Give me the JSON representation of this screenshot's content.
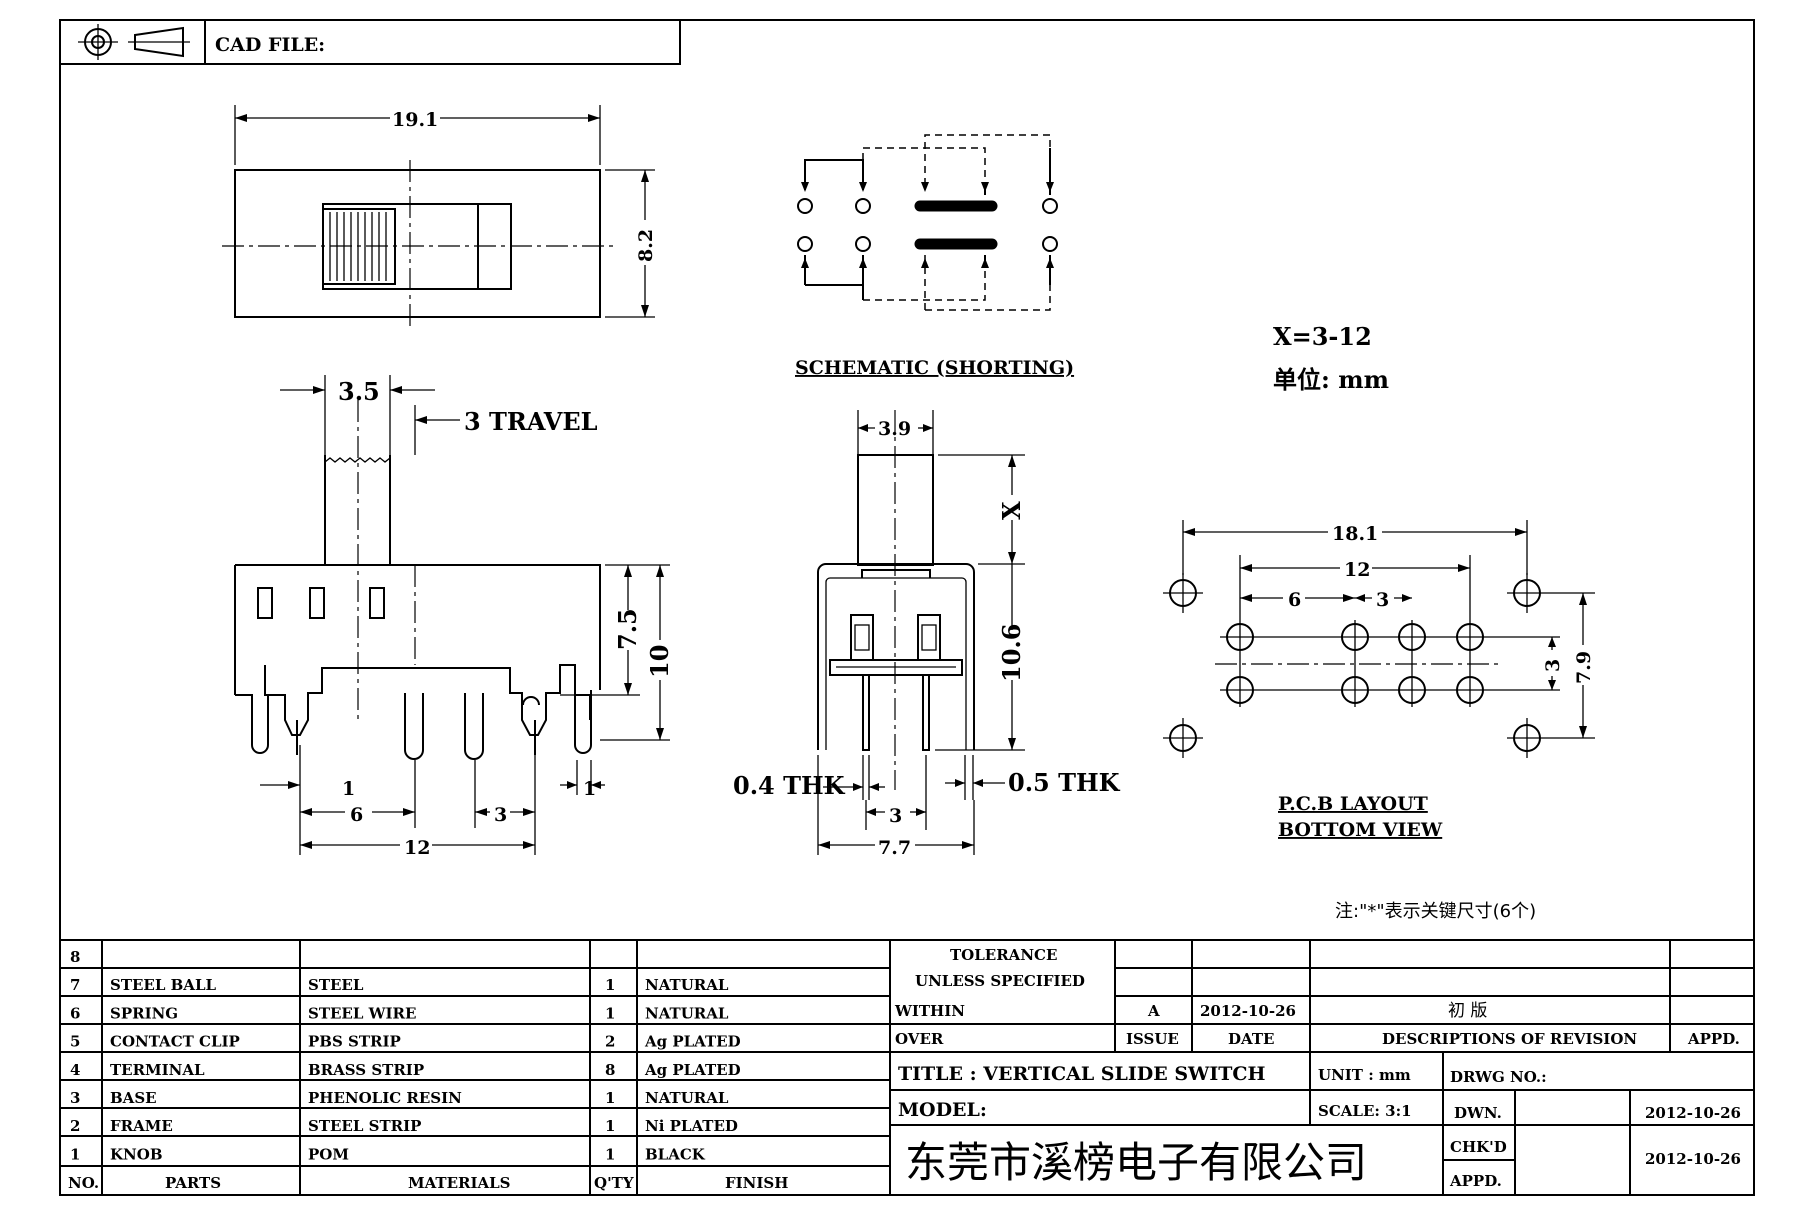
{
  "header": {
    "cad_file_label": "CAD FILE:"
  },
  "top_view": {
    "width_dim": "19.1",
    "height_dim": "8.2"
  },
  "schematic": {
    "caption": "SCHEMATIC (SHORTING)"
  },
  "spec": {
    "x_range": "X=3-12",
    "unit_text": "单位: mm"
  },
  "front_view": {
    "knob_width": "3.5",
    "travel": "3 TRAVEL",
    "height_75": "7.5",
    "height_10": "10",
    "pin_1_left": "1",
    "pin_6": "6",
    "pin_3": "3",
    "pin_1_right": "1",
    "pitch_12": "12"
  },
  "side_view": {
    "knob_width": "3.9",
    "knob_height": "X",
    "height": "10.6",
    "thk_left": "0.4 THK",
    "thk_right": "0.5 THK",
    "pin_spacing": "3",
    "body_width": "7.7"
  },
  "pcb_layout": {
    "dim_18_1": "18.1",
    "dim_12": "12",
    "dim_6": "6",
    "dim_3": "3",
    "row_spacing": "3",
    "dim_7_9": "7.9",
    "caption_line1": "P.C.B LAYOUT",
    "caption_line2": "BOTTOM VIEW"
  },
  "note": "注:\"*\"表示关键尺寸(6个)",
  "bom": {
    "rows": [
      {
        "no": "8",
        "part": "",
        "material": "",
        "qty": "",
        "finish": ""
      },
      {
        "no": "7",
        "part": "STEEL BALL",
        "material": "STEEL",
        "qty": "1",
        "finish": "NATURAL"
      },
      {
        "no": "6",
        "part": "SPRING",
        "material": "STEEL WIRE",
        "qty": "1",
        "finish": "NATURAL"
      },
      {
        "no": "5",
        "part": "CONTACT CLIP",
        "material": "PBS STRIP",
        "qty": "2",
        "finish": "Ag PLATED"
      },
      {
        "no": "4",
        "part": "TERMINAL",
        "material": "BRASS STRIP",
        "qty": "8",
        "finish": "Ag PLATED"
      },
      {
        "no": "3",
        "part": "BASE",
        "material": "PHENOLIC RESIN",
        "qty": "1",
        "finish": "NATURAL"
      },
      {
        "no": "2",
        "part": "FRAME",
        "material": "STEEL STRIP",
        "qty": "1",
        "finish": "Ni PLATED"
      },
      {
        "no": "1",
        "part": "KNOB",
        "material": "POM",
        "qty": "1",
        "finish": "BLACK"
      }
    ],
    "headers": {
      "no": "NO.",
      "part": "PARTS",
      "material": "MATERIALS",
      "qty": "Q'TY",
      "finish": "FINISH"
    }
  },
  "title_block": {
    "tolerance": "TOLERANCE",
    "unless_specified": "UNLESS  SPECIFIED",
    "within": "WITHIN",
    "over": "OVER",
    "issue_value": "A",
    "issue_date": "2012-10-26",
    "revision_desc": "初  版",
    "issue_label": "ISSUE",
    "date_label": "DATE",
    "desc_label": "DESCRIPTIONS OF REVISION",
    "appd_label": "APPD.",
    "title": "TITLE :  VERTICAL SLIDE SWITCH",
    "unit": "UNIT :  mm",
    "drwg_no": "DRWG NO.:",
    "model": "MODEL:",
    "scale": "SCALE:  3:1",
    "dwn": "DWN.",
    "dwn_date": "2012-10-26",
    "company": "东莞市溪榜电子有限公司",
    "chkd": "CHK'D",
    "chkd_date": "2012-10-26",
    "appd": "APPD."
  }
}
